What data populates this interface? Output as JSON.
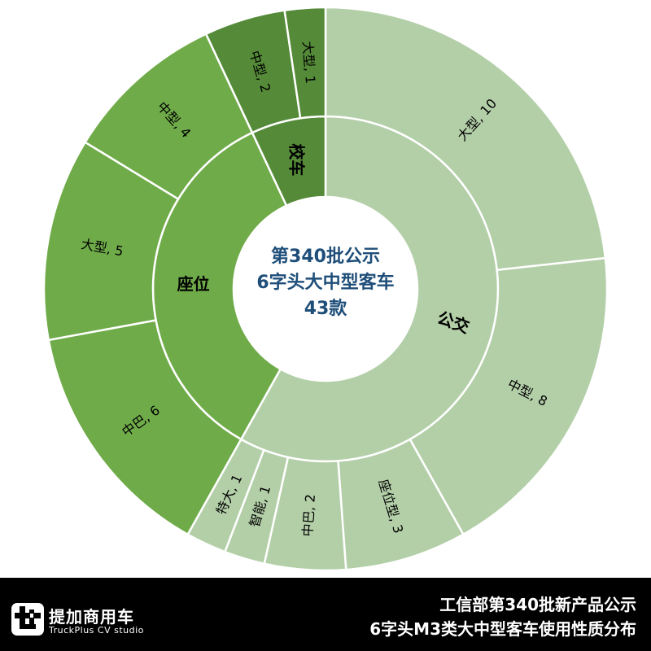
{
  "chart_data": {
    "type": "sunburst",
    "title": "第340批公示 6字头大中型客车 43款",
    "total": 43,
    "colors": {
      "公交": "#b3cfa8",
      "座位": "#6fab49",
      "校车": "#548a38"
    },
    "inner": [
      {
        "name": "公交",
        "value": 25
      },
      {
        "name": "座位",
        "value": 15
      },
      {
        "name": "校车",
        "value": 3
      }
    ],
    "outer": [
      {
        "parent": "公交",
        "name": "大型",
        "value": 10
      },
      {
        "parent": "公交",
        "name": "中型",
        "value": 8
      },
      {
        "parent": "公交",
        "name": "座位型",
        "value": 3
      },
      {
        "parent": "公交",
        "name": "中巴",
        "value": 2
      },
      {
        "parent": "公交",
        "name": "智能",
        "value": 1
      },
      {
        "parent": "公交",
        "name": "特大",
        "value": 1
      },
      {
        "parent": "座位",
        "name": "中巴",
        "value": 6
      },
      {
        "parent": "座位",
        "name": "大型",
        "value": 5
      },
      {
        "parent": "座位",
        "name": "中型",
        "value": 4
      },
      {
        "parent": "校车",
        "name": "中型",
        "value": 2
      },
      {
        "parent": "校车",
        "name": "大型",
        "value": 1
      }
    ]
  },
  "center": {
    "line1": "第340批公示",
    "line2": "6字头大中型客车",
    "line3": "43款"
  },
  "footer": {
    "brand_cn": "提加商用车",
    "brand_en": "TruckPlus CV studio",
    "title_line1": "工信部第340批新产品公示",
    "title_line2": "6字头M3类大中型客车使用性质分布"
  }
}
